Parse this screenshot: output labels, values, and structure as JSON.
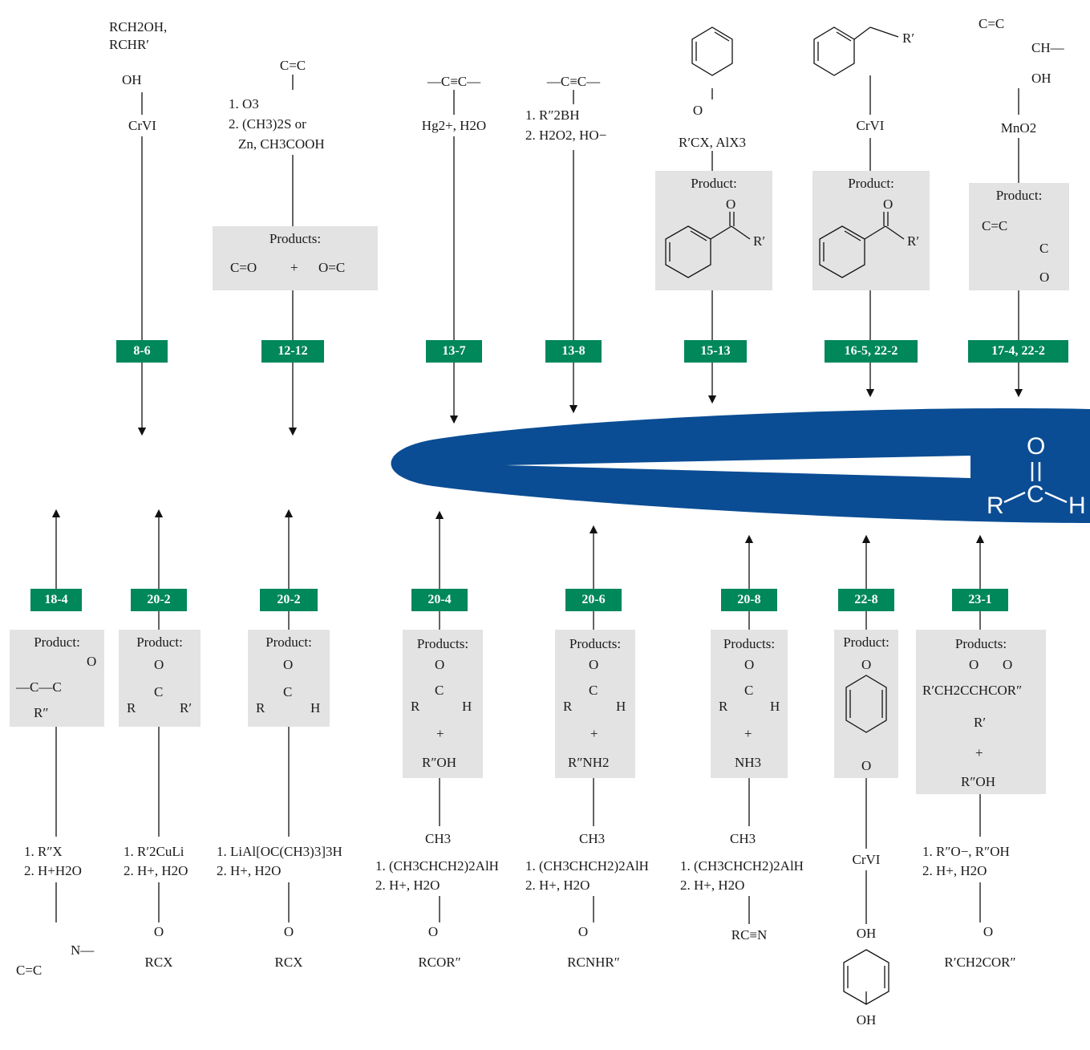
{
  "top_columns": [
    {
      "reagent_lines": [
        "RCH2OH,",
        "RCHR′",
        "OH",
        "CrVI"
      ],
      "product_label": "",
      "tag": "8-6"
    },
    {
      "reagent_lines": [
        "1. O3",
        "2. (CH3)2S or",
        "Zn, CH3COOH"
      ],
      "product_label": "Products:",
      "product_parts": [
        "C=O",
        "+",
        "O=C"
      ],
      "tag": "12-12"
    },
    {
      "reagent_lines": [
        "—C≡C—",
        "Hg2+, H2O"
      ],
      "tag": "13-7"
    },
    {
      "reagent_lines": [
        "—C≡C—",
        "1. R″2BH",
        "2. H2O2, HO−"
      ],
      "tag": "13-8"
    },
    {
      "reagent_lines": [
        "O",
        "R′CX, AlX3"
      ],
      "product_label": "Product:",
      "product_parts": [
        "O",
        "R′"
      ],
      "tag": "15-13"
    },
    {
      "reagent_lines": [
        "R′",
        "CrVI"
      ],
      "product_label": "Product:",
      "product_parts": [
        "O",
        "R′"
      ],
      "tag": "16-5, 22-2"
    },
    {
      "reagent_lines": [
        "C=C",
        "CH—",
        "OH",
        "MnO2"
      ],
      "product_label": "Product:",
      "product_parts": [
        "C=C",
        "C",
        "O"
      ],
      "tag": "17-4, 22-2"
    }
  ],
  "bottom_columns": [
    {
      "tag": "18-4",
      "product_label": "Product:",
      "product_parts": [
        "—C—C",
        "O",
        "R″"
      ],
      "reagent_lines": [
        "1. R″X",
        "2. H+H2O"
      ],
      "start": [
        "C=C",
        "N—"
      ]
    },
    {
      "tag": "20-2",
      "product_label": "Product:",
      "product_parts": [
        "O",
        "R",
        "C",
        "R′"
      ],
      "reagent_lines": [
        "1. R′2CuLi",
        "2. H+, H2O"
      ],
      "start": [
        "O",
        "RCX"
      ]
    },
    {
      "tag": "20-2",
      "product_label": "Product:",
      "product_parts": [
        "O",
        "R",
        "C",
        "H"
      ],
      "reagent_lines": [
        "1. LiAl[OC(CH3)3]3H",
        "2. H+, H2O"
      ],
      "start": [
        "O",
        "RCX"
      ]
    },
    {
      "tag": "20-4",
      "product_label": "Products:",
      "product_parts": [
        "O",
        "R",
        "C",
        "H",
        "+",
        "R″OH"
      ],
      "reagent_lines": [
        "CH3",
        "1. (CH3CHCH2)2AlH",
        "2. H+, H2O"
      ],
      "start": [
        "O",
        "RCOR″"
      ]
    },
    {
      "tag": "20-6",
      "product_label": "Products:",
      "product_parts": [
        "O",
        "R",
        "C",
        "H",
        "+",
        "R″NH2"
      ],
      "reagent_lines": [
        "CH3",
        "1. (CH3CHCH2)2AlH",
        "2. H+, H2O"
      ],
      "start": [
        "O",
        "RCNHR″"
      ]
    },
    {
      "tag": "20-8",
      "product_label": "Products:",
      "product_parts": [
        "O",
        "R",
        "C",
        "H",
        "+",
        "NH3"
      ],
      "reagent_lines": [
        "CH3",
        "1. (CH3CHCH2)2AlH",
        "2. H+, H2O"
      ],
      "start": [
        "RC≡N"
      ]
    },
    {
      "tag": "22-8",
      "product_label": "Product:",
      "product_parts": [
        "O",
        "O"
      ],
      "reagent_lines": [
        "CrVI"
      ],
      "start": [
        "OH",
        "OH"
      ]
    },
    {
      "tag": "23-1",
      "product_label": "Products:",
      "product_parts": [
        "O",
        "O",
        "R′CH2CCHCOR″",
        "R′",
        "+",
        "R″OH"
      ],
      "reagent_lines": [
        "1. R″O−, R″OH",
        "2. H+, H2O"
      ],
      "start": [
        "O",
        "R′CH2COR″"
      ]
    }
  ],
  "target": {
    "atoms": [
      "O",
      "C",
      "R",
      "H"
    ]
  },
  "colors": {
    "tag": "#00875a",
    "box": "#e3e3e3",
    "hub": "#0a4d94"
  }
}
